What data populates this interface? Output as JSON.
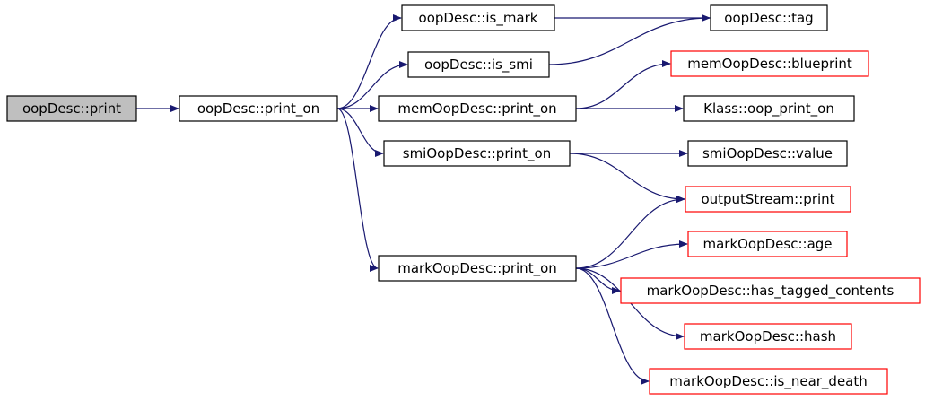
{
  "colors": {
    "edge": "#191970",
    "border_normal": "#000000",
    "border_undocumented": "#ff0000",
    "fill_normal": "#ffffff",
    "fill_root": "#bfbfbf"
  },
  "nodes": [
    {
      "id": "oopdesc-print",
      "label": "oopDesc::print",
      "style": "root"
    },
    {
      "id": "oopdesc-print-on",
      "label": "oopDesc::print_on",
      "style": "normal"
    },
    {
      "id": "oopdesc-is-mark",
      "label": "oopDesc::is_mark",
      "style": "normal"
    },
    {
      "id": "oopdesc-is-smi",
      "label": "oopDesc::is_smi",
      "style": "normal"
    },
    {
      "id": "oopdesc-tag",
      "label": "oopDesc::tag",
      "style": "normal"
    },
    {
      "id": "memoopdesc-print-on",
      "label": "memOopDesc::print_on",
      "style": "normal"
    },
    {
      "id": "memoopdesc-blueprint",
      "label": "memOopDesc::blueprint",
      "style": "red"
    },
    {
      "id": "klass-oop-print-on",
      "label": "Klass::oop_print_on",
      "style": "normal"
    },
    {
      "id": "smioopdesc-print-on",
      "label": "smiOopDesc::print_on",
      "style": "normal"
    },
    {
      "id": "smioopdesc-value",
      "label": "smiOopDesc::value",
      "style": "normal"
    },
    {
      "id": "outputstream-print",
      "label": "outputStream::print",
      "style": "red"
    },
    {
      "id": "markoopdesc-print-on",
      "label": "markOopDesc::print_on",
      "style": "normal"
    },
    {
      "id": "markoopdesc-age",
      "label": "markOopDesc::age",
      "style": "red"
    },
    {
      "id": "markoopdesc-has-tagged-contents",
      "label": "markOopDesc::has_tagged_contents",
      "style": "red"
    },
    {
      "id": "markoopdesc-hash",
      "label": "markOopDesc::hash",
      "style": "red"
    },
    {
      "id": "markoopdesc-is-near-death",
      "label": "markOopDesc::is_near_death",
      "style": "red"
    }
  ],
  "edges": [
    {
      "from": "oopdesc-print",
      "to": "oopdesc-print-on"
    },
    {
      "from": "oopdesc-print-on",
      "to": "oopdesc-is-mark"
    },
    {
      "from": "oopdesc-print-on",
      "to": "oopdesc-is-smi"
    },
    {
      "from": "oopdesc-print-on",
      "to": "memoopdesc-print-on"
    },
    {
      "from": "oopdesc-print-on",
      "to": "smioopdesc-print-on"
    },
    {
      "from": "oopdesc-print-on",
      "to": "markoopdesc-print-on"
    },
    {
      "from": "oopdesc-is-mark",
      "to": "oopdesc-tag"
    },
    {
      "from": "oopdesc-is-smi",
      "to": "oopdesc-tag"
    },
    {
      "from": "memoopdesc-print-on",
      "to": "memoopdesc-blueprint"
    },
    {
      "from": "memoopdesc-print-on",
      "to": "klass-oop-print-on"
    },
    {
      "from": "smioopdesc-print-on",
      "to": "smioopdesc-value"
    },
    {
      "from": "smioopdesc-print-on",
      "to": "outputstream-print"
    },
    {
      "from": "markoopdesc-print-on",
      "to": "outputstream-print"
    },
    {
      "from": "markoopdesc-print-on",
      "to": "markoopdesc-age"
    },
    {
      "from": "markoopdesc-print-on",
      "to": "markoopdesc-has-tagged-contents"
    },
    {
      "from": "markoopdesc-print-on",
      "to": "markoopdesc-hash"
    },
    {
      "from": "markoopdesc-print-on",
      "to": "markoopdesc-is-near-death"
    }
  ]
}
